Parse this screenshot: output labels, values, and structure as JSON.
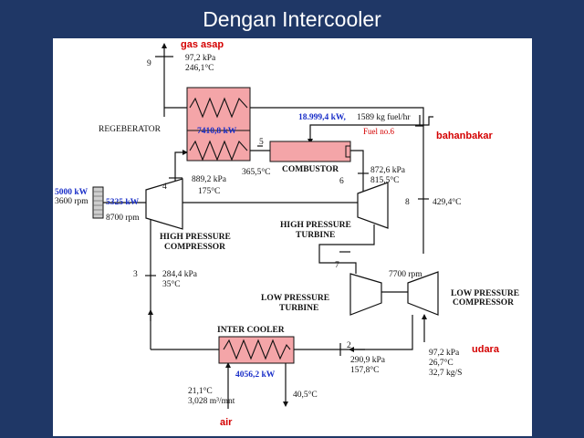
{
  "title": "Dengan Intercooler",
  "labels": {
    "gas_asap": "gas asap",
    "s9_num": "9",
    "s9_p": "97,2 kPa",
    "s9_t": "246,1°C",
    "regenerator": "REGEBERATOR",
    "regen_kw": "7410,8 kW",
    "fuel_kw": "18.999,4 kW,",
    "fuel_rate": "1589 kg fuel/hr",
    "fuel_type": "Fuel no.6",
    "bahanbakar": "bahanbakar",
    "s5_num": "5",
    "s5_t": "365,5°C",
    "combustor": "COMBUSTOR",
    "s4_num": "4",
    "s4_p": "889,2 kPa",
    "s4_t": "175°C",
    "s6_num": "6",
    "s6_p": "872,6 kPa",
    "s6_t": "815,5°C",
    "s8_num": "8",
    "s8_t": "429,4°C",
    "gen_kw": "5000 kW",
    "gen_rpm": "3600 rpm",
    "hpc_kw": "5325 kW",
    "hpc_rpm": "8700 rpm",
    "hpc_name_1": "HIGH PRESSURE",
    "hpc_name_2": "COMPRESSOR",
    "hpt_name_1": "HIGH PRESSURE",
    "hpt_name_2": "TURBINE",
    "s7_num": "7",
    "lp_rpm": "7700 rpm",
    "s3_num": "3",
    "s3_p": "284,4 kPa",
    "s3_t": "35°C",
    "lpt_name_1": "LOW PRESSURE",
    "lpt_name_2": "TURBINE",
    "lpc_name_1": "LOW PRESSURE",
    "lpc_name_2": "COMPRESSOR",
    "intercooler": "INTER COOLER",
    "udara": "udara",
    "s2_num": "2",
    "s2_p": "290,9 kPa",
    "s2_t": "157,8°C",
    "s1_p": "97,2 kPa",
    "s1_t": "26,7°C",
    "s1_m": "32,7 kg/S",
    "ic_kw": "4056,2 kW",
    "water_in_t": "21,1°C",
    "water_in_q": "3,028 m³/mnt",
    "water_out_t": "40,5°C",
    "air": "air"
  },
  "colors": {
    "background": "#1f3766",
    "hx_fill": "#f4a5a8",
    "combustor_fill": "#f4a5a8",
    "value_blue": "#1a2fc8",
    "stream_red": "#d40000"
  }
}
